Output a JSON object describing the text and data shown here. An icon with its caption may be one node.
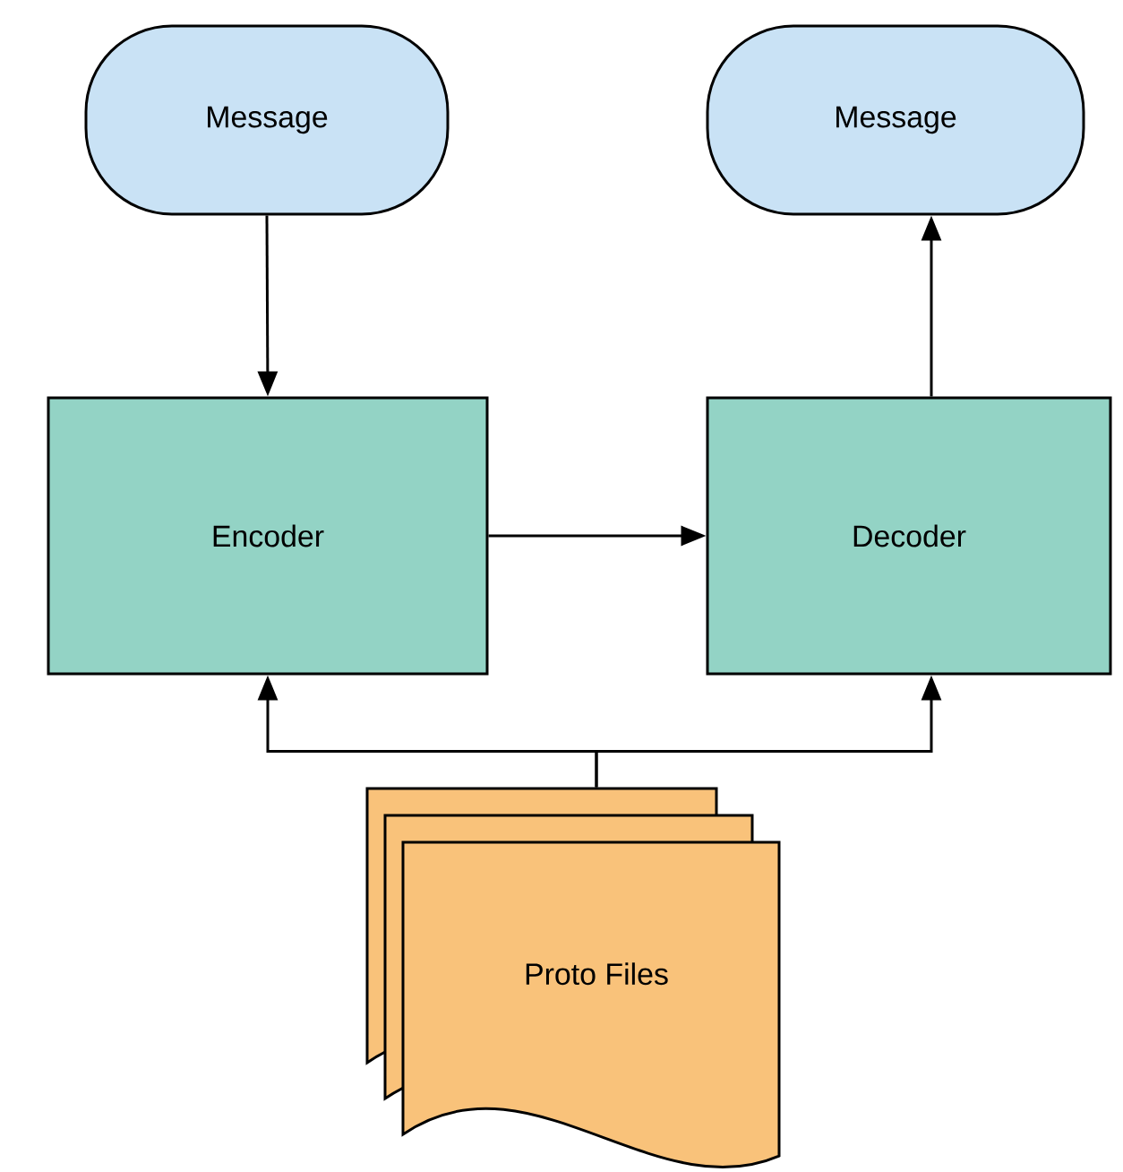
{
  "diagram": {
    "nodes": [
      {
        "text": [
          "Message"
        ]
      },
      {
        "text": [
          "Message"
        ]
      },
      {
        "text": [
          "Encoder"
        ]
      },
      {
        "text": [
          "Decoder"
        ]
      },
      {
        "text": [
          "Proto Files"
        ]
      }
    ],
    "edges": [
      {
        "from": 0,
        "to": 2,
        "arrow": "to"
      },
      {
        "from": 2,
        "to": 3,
        "arrow": "to"
      },
      {
        "from": 3,
        "to": 1,
        "arrow": "to"
      },
      {
        "from": 4,
        "to": 2,
        "arrow": "to"
      },
      {
        "from": 4,
        "to": 3,
        "arrow": "to"
      }
    ]
  }
}
